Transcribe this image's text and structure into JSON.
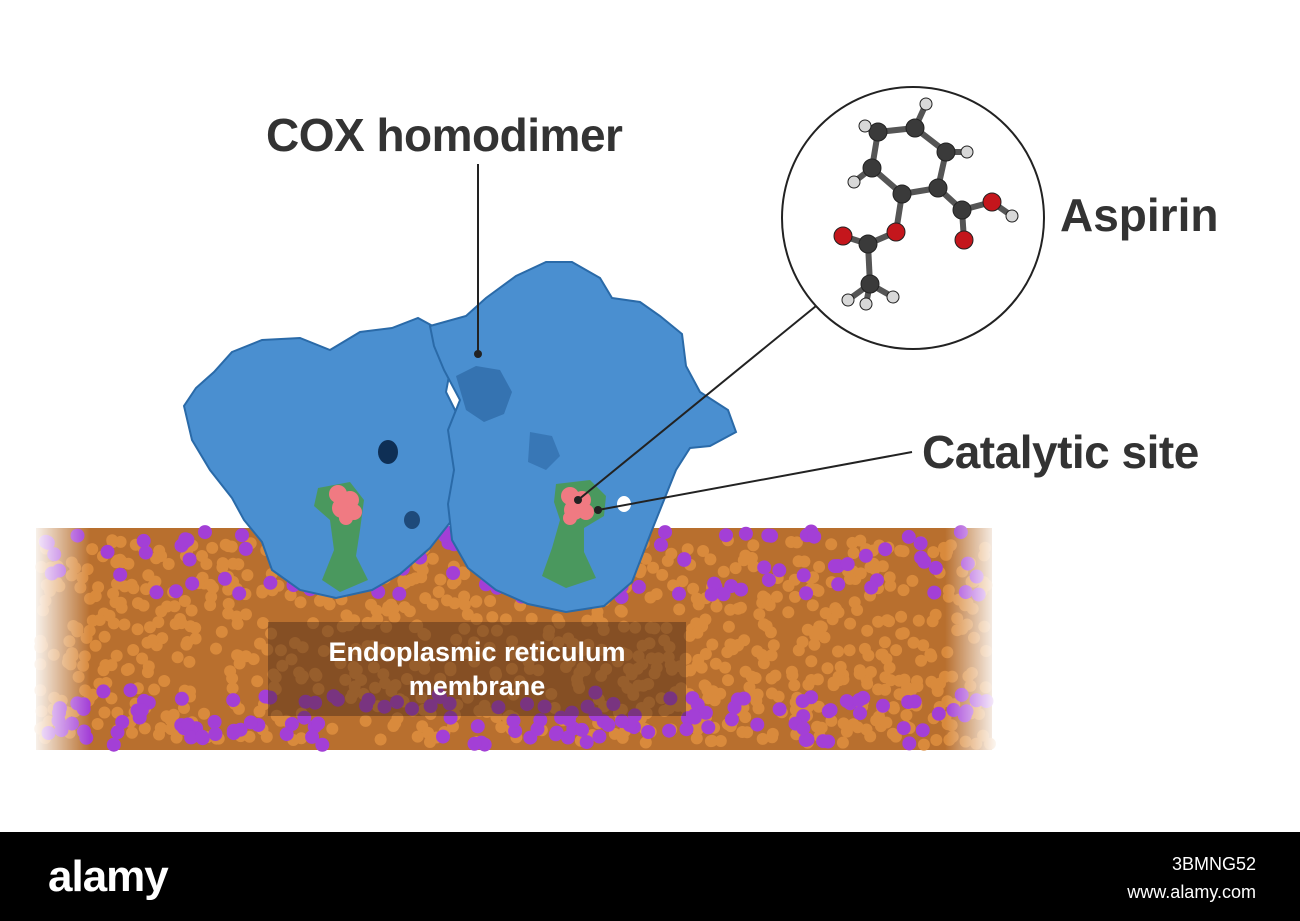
{
  "labels": {
    "protein": "COX homodimer",
    "molecule": "Aspirin",
    "site": "Catalytic site",
    "membrane_line1": "Endoplasmic reticulum",
    "membrane_line2": "membrane"
  },
  "colors": {
    "protein": "#4a8fd0",
    "protein_shadow": "#2a6aa8",
    "lipid_tail": "#d98a3c",
    "lipid_head": "#a33fd6",
    "catalytic_site": "#4a9a4a",
    "aspirin_highlight": "#f07a82",
    "carbon": "#3a3a3a",
    "oxygen": "#c4161c",
    "hydrogen": "#d8d8d8",
    "label_text": "#333333"
  },
  "footer": {
    "brand": "alamy",
    "image_id": "3BMNG52",
    "url": "www.alamy.com"
  }
}
